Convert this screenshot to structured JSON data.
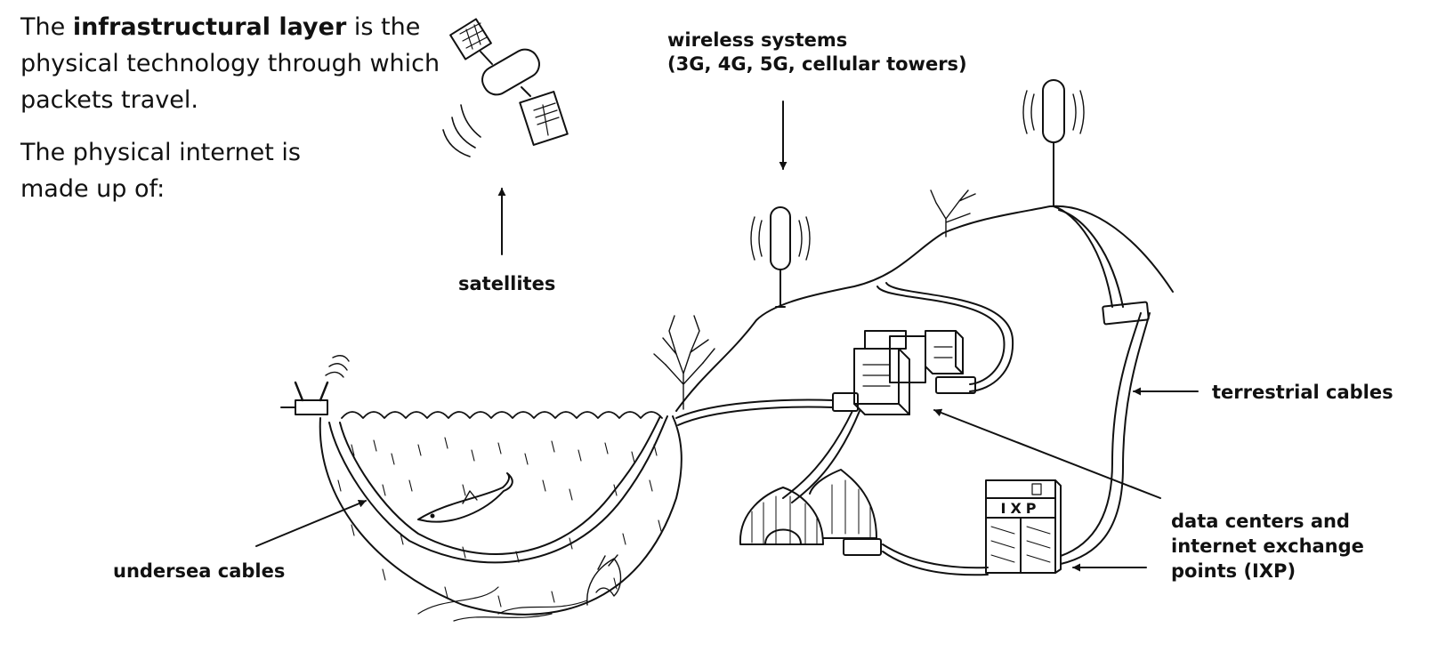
{
  "intro": {
    "p1_pre": "The ",
    "p1_bold": "infrastructural layer",
    "p1_post": " is the physical technology through which packets travel.",
    "p2": "The physical internet is made up of:"
  },
  "labels": {
    "satellites": "satellites",
    "wireless_line1": "wireless systems",
    "wireless_line2": "(3G, 4G, 5G, cellular towers)",
    "terrestrial": "terrestrial cables",
    "datacenters_line1": "data centers and",
    "datacenters_line2": "internet exchange",
    "datacenters_line3": "points (IXP)",
    "undersea": "undersea cables"
  },
  "ixp_sign": "IXP"
}
